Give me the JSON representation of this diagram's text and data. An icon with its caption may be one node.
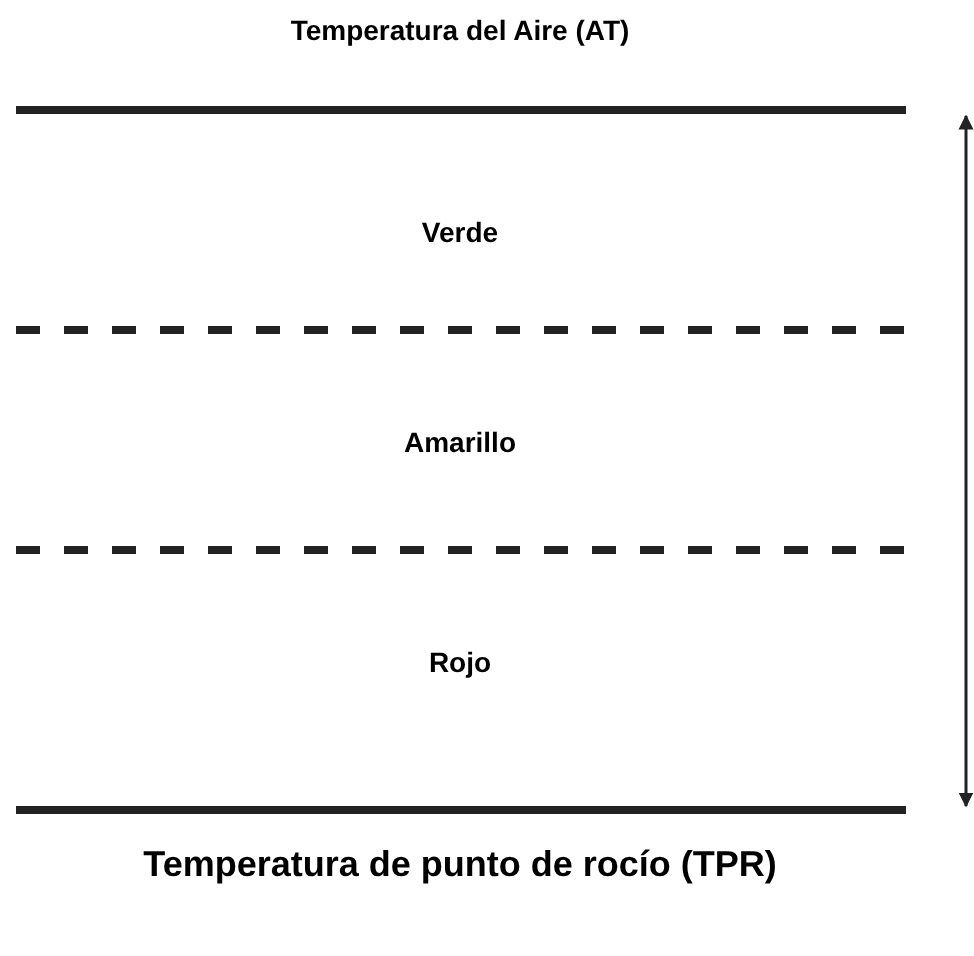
{
  "diagram": {
    "labels": [
      "Temperatura del Aire (AT)",
      "Verde",
      "Amarillo",
      "Rojo",
      "Temperatura de punto de rocío (TPR)"
    ]
  }
}
